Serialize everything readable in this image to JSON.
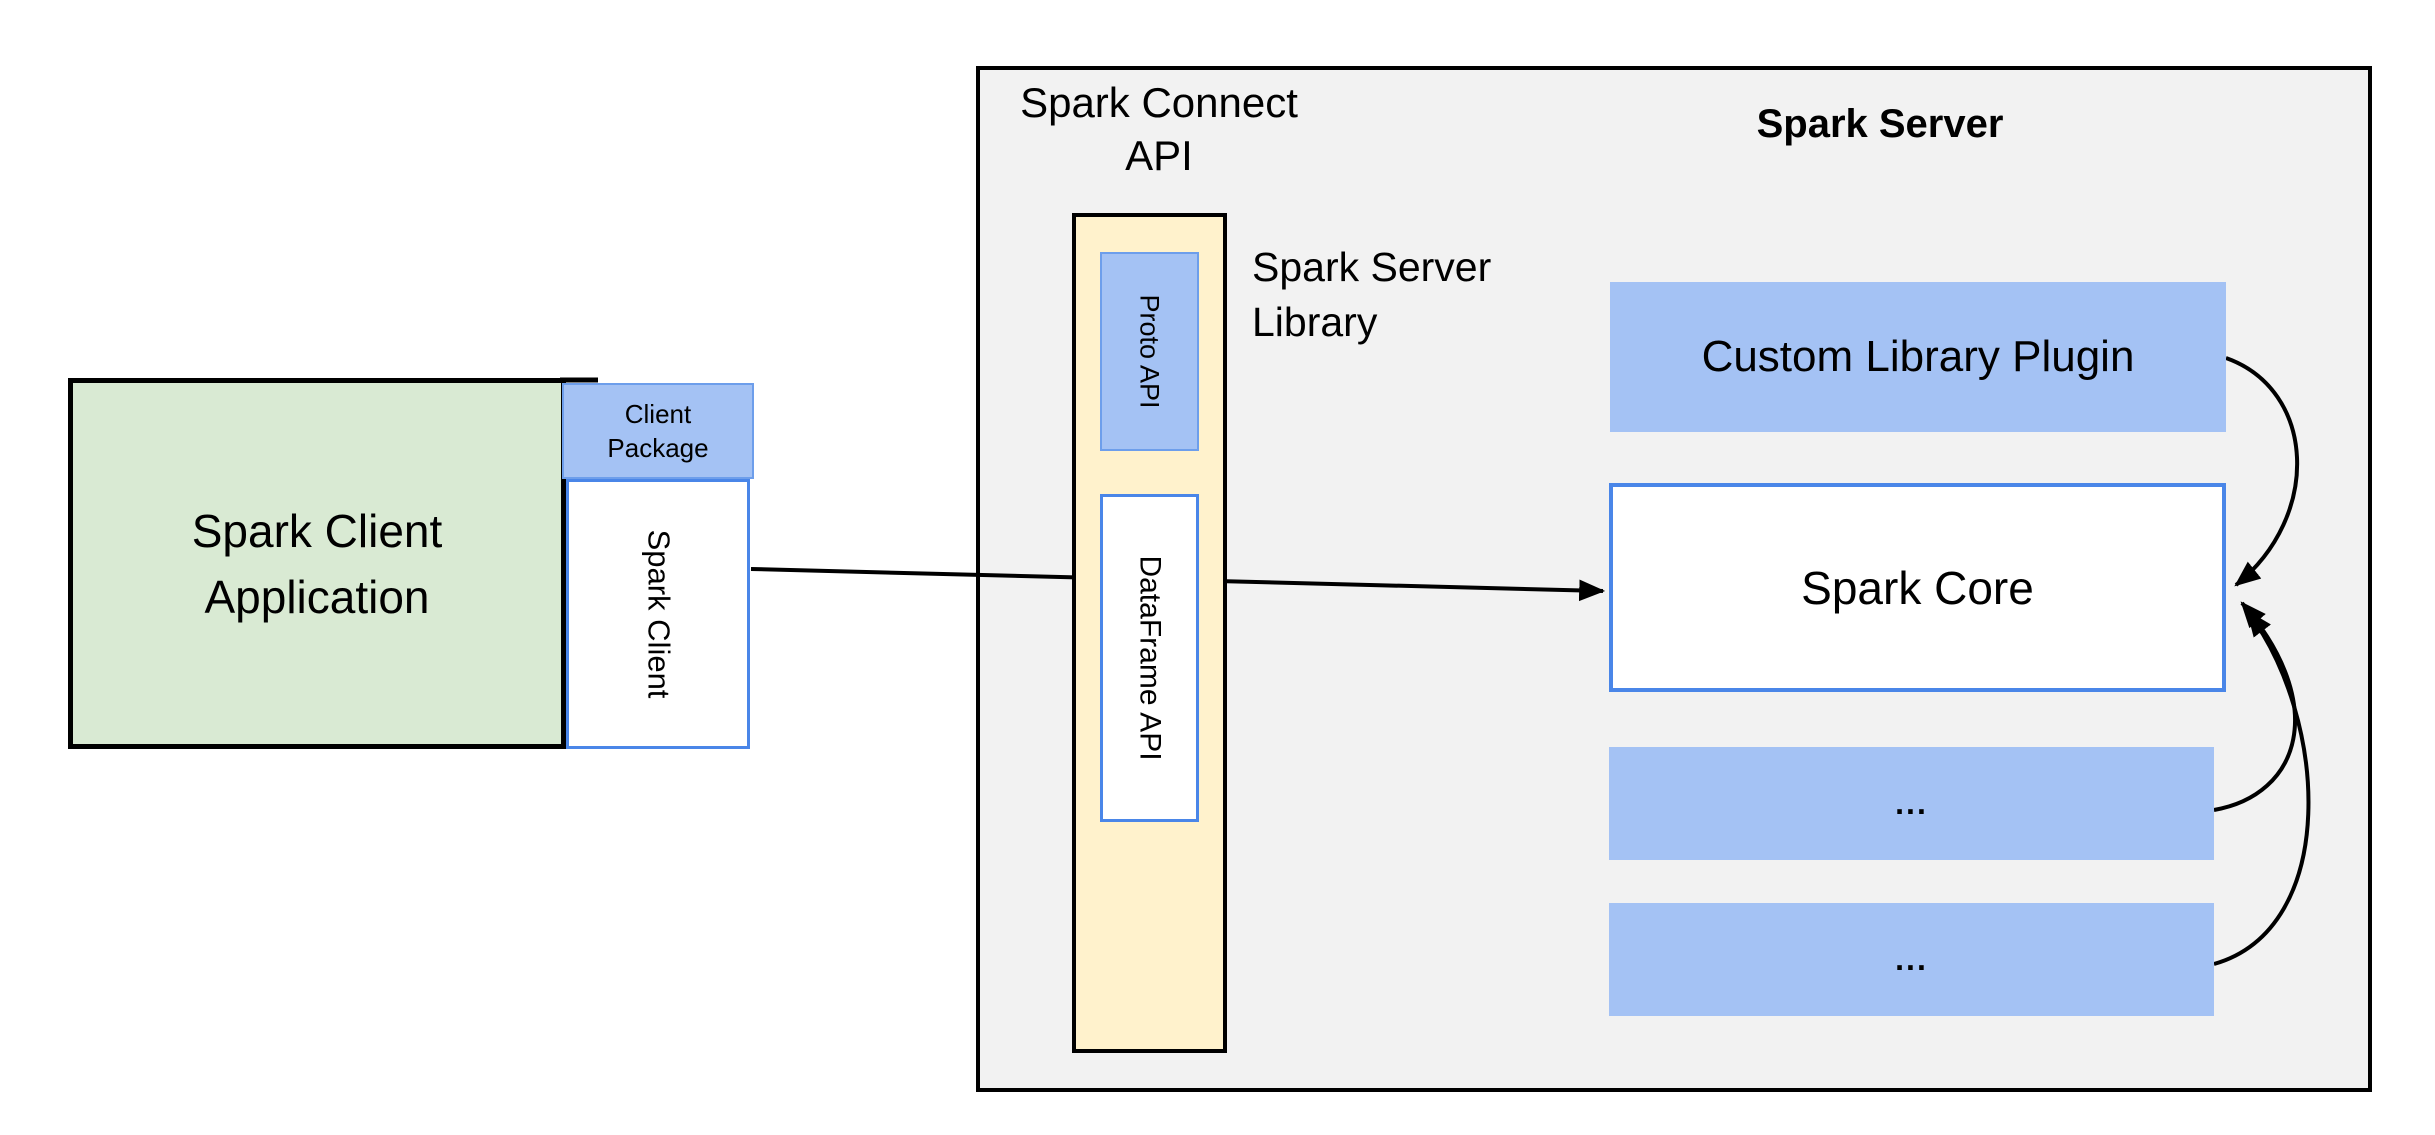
{
  "diagram": {
    "client_app": {
      "line1": "Spark Client",
      "line2": "Application"
    },
    "client_package": {
      "line1": "Client",
      "line2": "Package"
    },
    "spark_client_label": "Spark Client",
    "connect_api": {
      "line1": "Spark Connect",
      "line2": "API"
    },
    "server_title": "Spark Server",
    "proto_api_label": "Proto  API",
    "dataframe_api_label": "DataFrame API",
    "server_library": {
      "line1": "Spark Server",
      "line2": "Library"
    },
    "custom_plugin_label": "Custom Library Plugin",
    "spark_core_label": "Spark Core",
    "plugin_slot1_label": "...",
    "plugin_slot2_label": "...",
    "colors": {
      "client_app_fill": "#d9ead3",
      "blue_fill": "#a4c2f4",
      "yellow_fill": "#fff2cc",
      "gray_fill": "#f2f2f2",
      "white_box_border": "#4a86e8",
      "blue_box_border": "#6d9eeb",
      "outline": "#000000"
    }
  }
}
